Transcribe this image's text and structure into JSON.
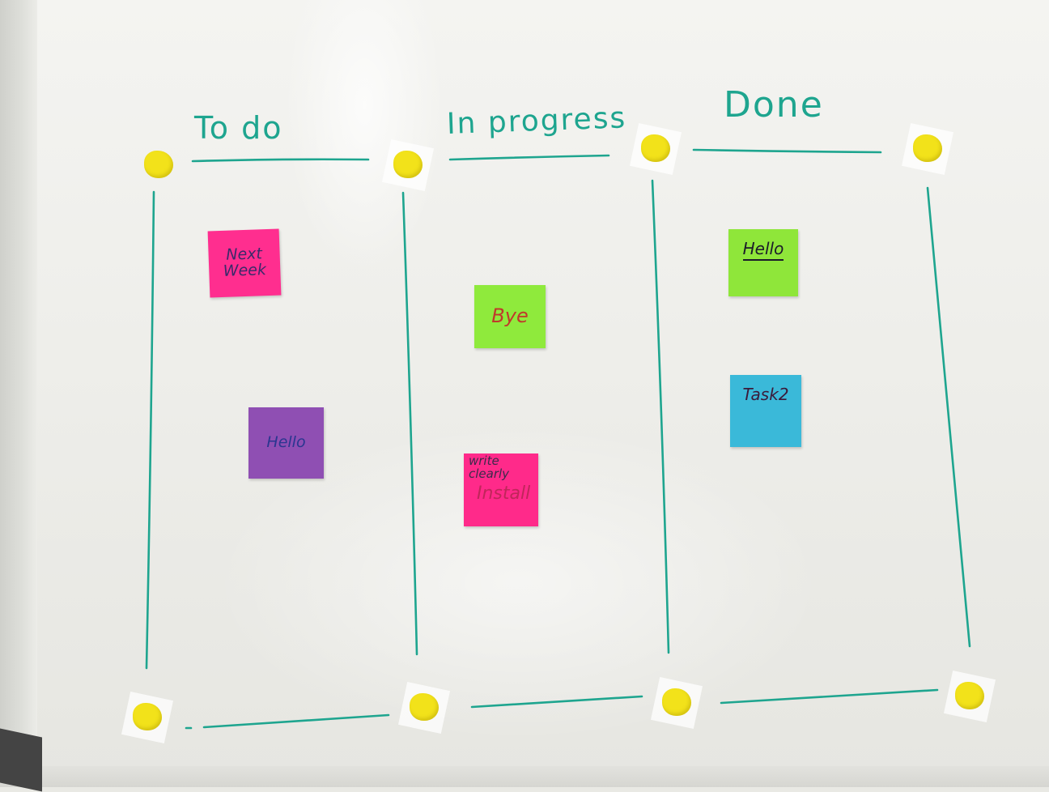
{
  "board": {
    "columns": [
      {
        "header": "To do"
      },
      {
        "header": "In progress"
      },
      {
        "header": "Done"
      }
    ],
    "notes": [
      {
        "column": "To do",
        "lines": [
          "Next",
          "Week"
        ],
        "color": "#ff2e8f",
        "ink": "#3a2a6a"
      },
      {
        "column": "To do",
        "lines": [
          "Hello"
        ],
        "color": "#8f4fb3",
        "ink": "#2a3690"
      },
      {
        "column": "In progress",
        "lines": [
          "Bye"
        ],
        "color": "#8fea3c",
        "ink": "#c0392b"
      },
      {
        "column": "In progress",
        "lines": [
          "write",
          "clearly",
          "Install"
        ],
        "color": "#ff2a8a",
        "ink": "#3a2a4a"
      },
      {
        "column": "Done",
        "lines": [
          "Hello"
        ],
        "color": "#8fe63a",
        "ink": "#1b1b2a"
      },
      {
        "column": "Done",
        "lines": [
          "Task2"
        ],
        "color": "#3ab9d9",
        "ink": "#3a1a3a"
      }
    ]
  },
  "colors": {
    "marker": "#1ea58f",
    "magnet": "#f2e21a",
    "board": "#f0f0ec"
  }
}
